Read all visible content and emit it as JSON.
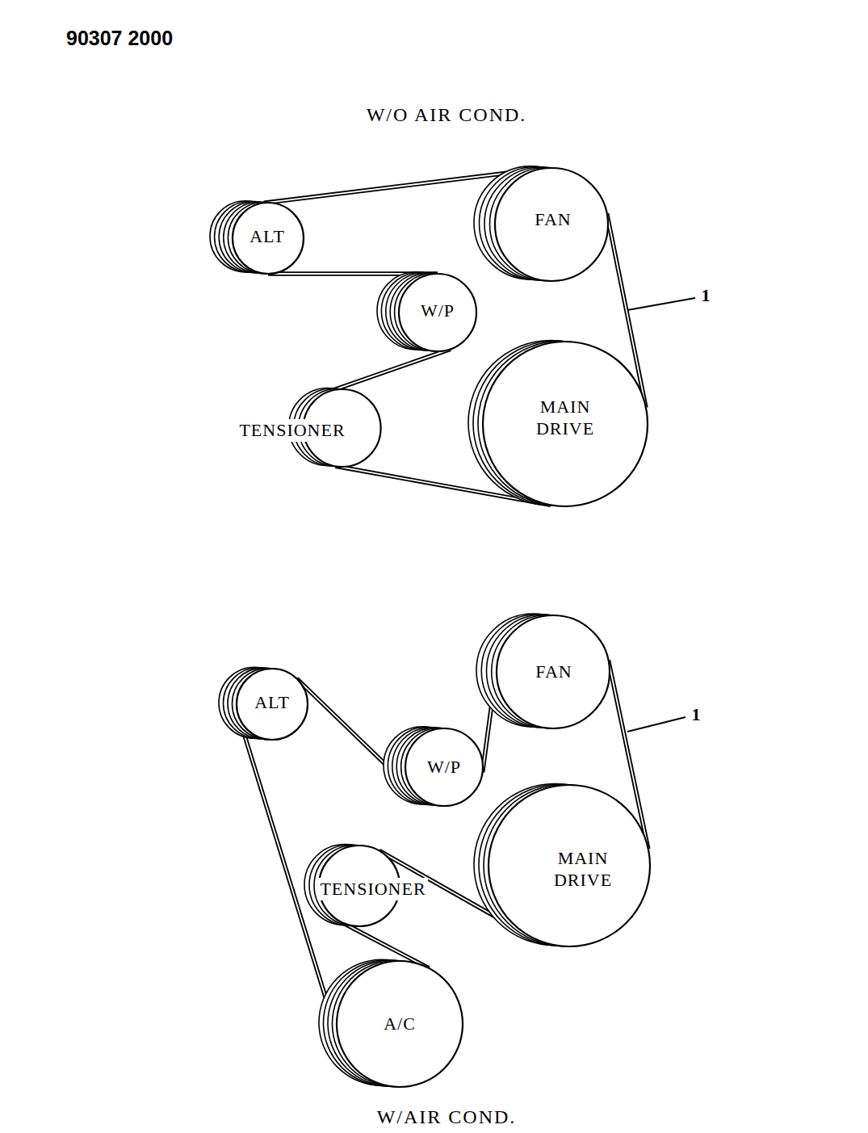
{
  "diagram": {
    "title": "W/O AIR COND.",
    "caption": "W/AIR COND.",
    "nodes": [
      {
        "text": [
          "ALT"
        ]
      },
      {
        "text": [
          "FAN"
        ]
      },
      {
        "text": [
          "W/P"
        ]
      },
      {
        "text": [
          "TENSIONER"
        ]
      },
      {
        "text": [
          "MAIN DRIVE"
        ]
      },
      {
        "text": [
          "ALT"
        ]
      },
      {
        "text": [
          "FAN"
        ]
      },
      {
        "text": [
          "W/P"
        ]
      },
      {
        "text": [
          "MAIN DRIVE"
        ]
      },
      {
        "text": [
          "TENSIONER"
        ]
      },
      {
        "text": [
          "A/C"
        ]
      }
    ],
    "edges": [
      {
        "from": 0,
        "to": 1,
        "arrow": "none"
      },
      {
        "from": 1,
        "to": 4,
        "arrow": "none"
      },
      {
        "from": 4,
        "to": 3,
        "arrow": "none"
      },
      {
        "from": 3,
        "to": 2,
        "arrow": "none"
      },
      {
        "from": 2,
        "to": 0,
        "arrow": "none"
      },
      {
        "from": 5,
        "to": 7,
        "arrow": "none"
      },
      {
        "from": 7,
        "to": 6,
        "arrow": "none"
      },
      {
        "from": 6,
        "to": 8,
        "arrow": "none"
      },
      {
        "from": 8,
        "to": 9,
        "arrow": "none"
      },
      {
        "from": 9,
        "to": 10,
        "arrow": "none"
      },
      {
        "from": 10,
        "to": 5,
        "arrow": "none"
      }
    ],
    "labels": [
      "90307 2000",
      "1",
      "1"
    ]
  }
}
